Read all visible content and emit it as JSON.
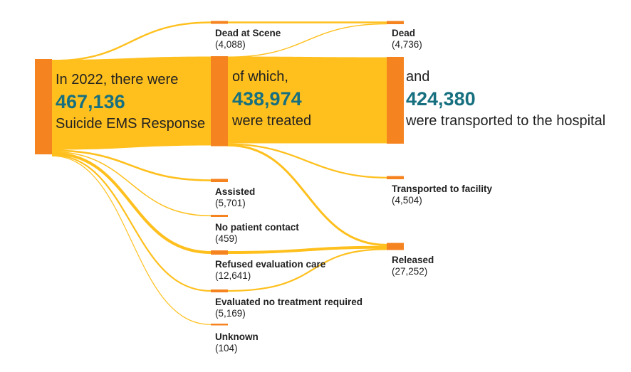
{
  "colors": {
    "node_orange": "#F5831F",
    "flow_gold": "#FFC01E",
    "accent_teal": "#17707F",
    "text_dark": "#212121",
    "background": "#FFFFFF"
  },
  "main_nodes": {
    "source": {
      "intro": "In 2022, there were",
      "value": "467,136",
      "label": "Suicide EMS Response"
    },
    "treated": {
      "intro": "of which,",
      "value": "438,974",
      "label": "were treated"
    },
    "hospital": {
      "intro": "and",
      "value": "424,380",
      "label": "were transported to the hospital"
    }
  },
  "small_nodes": [
    {
      "name": "Dead at Scene",
      "count": "(4,088)"
    },
    {
      "name": "Dead",
      "count": "(4,736)"
    },
    {
      "name": "Assisted",
      "count": "(5,701)"
    },
    {
      "name": "No patient contact",
      "count": "(459)"
    },
    {
      "name": "Refused evaluation care",
      "count": "(12,641)"
    },
    {
      "name": "Evaluated no treatment required",
      "count": "(5,169)"
    },
    {
      "name": "Unknown",
      "count": "(104)"
    },
    {
      "name": "Transported to facility",
      "count": "(4,504)"
    },
    {
      "name": "Released",
      "count": "(27,252)"
    }
  ],
  "chart_data": {
    "type": "sankey",
    "orientation": "left-to-right",
    "columns": 3,
    "nodes": [
      {
        "id": "source",
        "label": "Suicide EMS Response",
        "value": 467136,
        "column": 1
      },
      {
        "id": "dead_at_scene",
        "label": "Dead at Scene",
        "value": 4088,
        "column": 2
      },
      {
        "id": "treated",
        "label": "were treated",
        "value": 438974,
        "column": 2
      },
      {
        "id": "assisted",
        "label": "Assisted",
        "value": 5701,
        "column": 2
      },
      {
        "id": "no_patient_contact",
        "label": "No patient contact",
        "value": 459,
        "column": 2
      },
      {
        "id": "refused_evaluation_care",
        "label": "Refused evaluation care",
        "value": 12641,
        "column": 2
      },
      {
        "id": "evaluated_no_treatment",
        "label": "Evaluated no treatment required",
        "value": 5169,
        "column": 2
      },
      {
        "id": "unknown",
        "label": "Unknown",
        "value": 104,
        "column": 2
      },
      {
        "id": "dead",
        "label": "Dead",
        "value": 4736,
        "column": 3
      },
      {
        "id": "hospital",
        "label": "were transported to the hospital",
        "value": 424380,
        "column": 3
      },
      {
        "id": "transported_to_facility",
        "label": "Transported to facility",
        "value": 4504,
        "column": 3
      },
      {
        "id": "released",
        "label": "Released",
        "value": 27252,
        "column": 3
      }
    ],
    "links": [
      {
        "source": "source",
        "target": "dead_at_scene",
        "value": 4088
      },
      {
        "source": "source",
        "target": "treated",
        "value": 438974
      },
      {
        "source": "source",
        "target": "assisted",
        "value": 5701
      },
      {
        "source": "source",
        "target": "no_patient_contact",
        "value": 459
      },
      {
        "source": "source",
        "target": "refused_evaluation_care",
        "value": 12641
      },
      {
        "source": "source",
        "target": "evaluated_no_treatment",
        "value": 5169
      },
      {
        "source": "source",
        "target": "unknown",
        "value": 104
      },
      {
        "source": "dead_at_scene",
        "target": "dead",
        "value": 4088
      },
      {
        "source": "treated",
        "target": "dead",
        "value": 648,
        "derived": true
      },
      {
        "source": "treated",
        "target": "hospital",
        "value": 424380
      },
      {
        "source": "treated",
        "target": "transported_to_facility",
        "value": 4504
      },
      {
        "source": "treated",
        "target": "released",
        "value": 9442,
        "derived": true
      },
      {
        "source": "refused_evaluation_care",
        "target": "released",
        "value": 12641
      },
      {
        "source": "evaluated_no_treatment",
        "target": "released",
        "value": 5169
      }
    ]
  }
}
